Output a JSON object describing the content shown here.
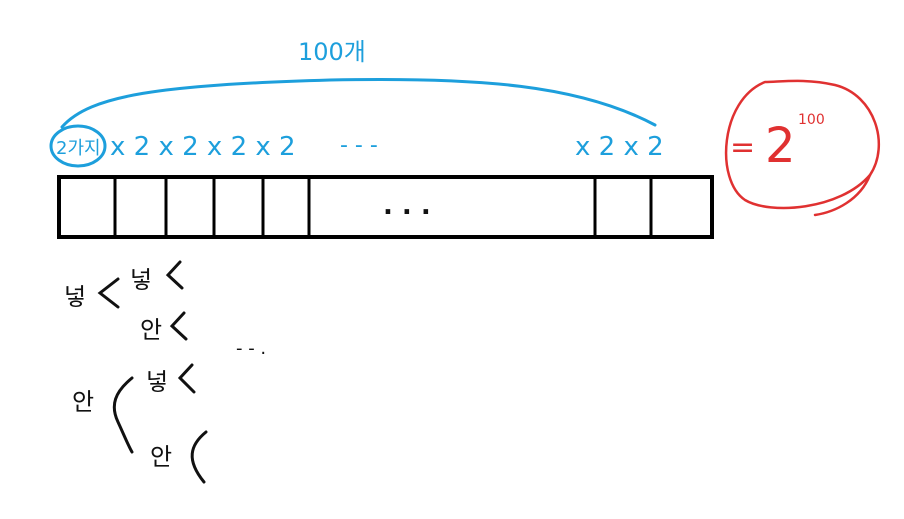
{
  "annotations": {
    "count_label": "100개",
    "first_factor": "2가지",
    "factor_sequence_left": "x 2 x 2 x 2 x 2",
    "ellipsis_top": "- - -",
    "factor_sequence_right": "x 2   x 2",
    "equals": "=",
    "base": "2",
    "exponent": "100"
  },
  "strip": {
    "middle_ellipsis": ". . ."
  },
  "tree": {
    "level1_top": "넣",
    "level1_bottom": "안",
    "level2_top_top": "넣",
    "level2_top_bottom": "안",
    "level2_bottom_top": "넣",
    "level2_bottom_bottom": "안",
    "ellipsis": "- - ."
  },
  "colors": {
    "blue": "#1d9fdc",
    "red": "#e03131",
    "black": "#111111"
  }
}
